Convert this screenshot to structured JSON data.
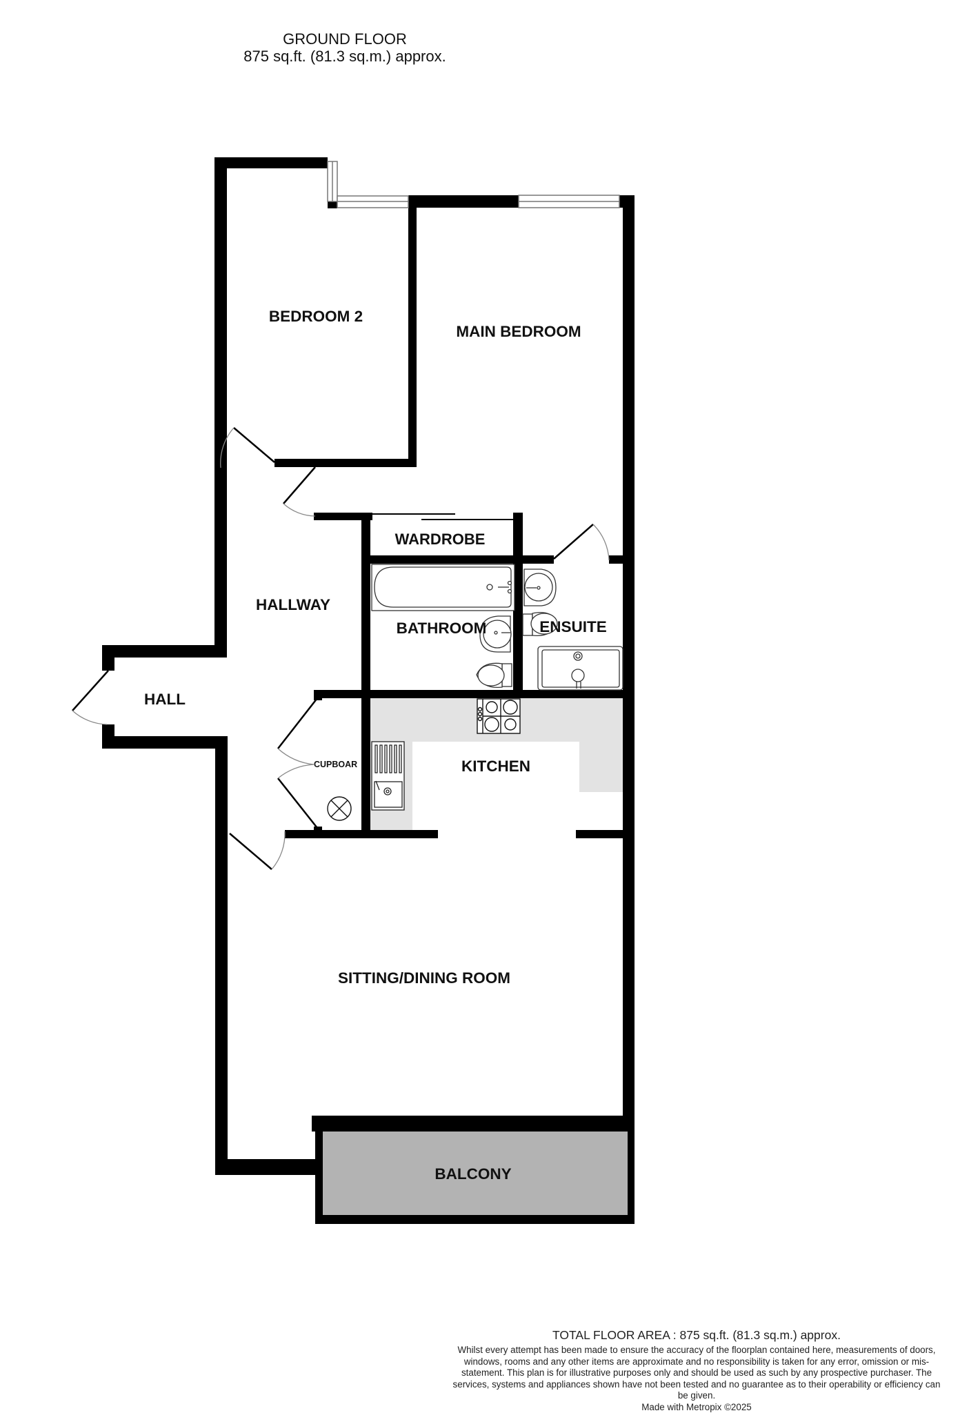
{
  "header": {
    "floor_name": "GROUND FLOOR",
    "floor_area": "875 sq.ft. (81.3 sq.m.) approx."
  },
  "rooms": {
    "bedroom2": "BEDROOM 2",
    "main_bedroom": "MAIN BEDROOM",
    "wardrobe": "WARDROBE",
    "hallway": "HALLWAY",
    "bathroom": "BATHROOM",
    "ensuite": "ENSUITE",
    "hall": "HALL",
    "cupboard": "CUPBOAR",
    "kitchen": "KITCHEN",
    "sitting_dining": "SITTING/DINING ROOM",
    "balcony": "BALCONY"
  },
  "fixtures": [
    "bath-icon",
    "basin-icon",
    "toilet-icon",
    "shower-tray-icon",
    "hob-icon",
    "sink-icon",
    "boiler-icon",
    "window-icon",
    "door-swing-icon"
  ],
  "colors": {
    "wall": "#000000",
    "worktop": "#e3e3e3",
    "balcony": "#b3b3b3",
    "fixture_line": "#333333",
    "door_arc": "#888888"
  },
  "footer": {
    "total_area": "TOTAL FLOOR AREA : 875 sq.ft. (81.3 sq.m.) approx.",
    "disclaimer": "Whilst every attempt has been made to ensure the accuracy of the floorplan contained here, measurements of doors, windows, rooms and any other items are approximate and no responsibility is taken for any error, omission or mis-statement. This plan is for illustrative purposes only and should be used as such by any prospective purchaser. The services, systems and appliances shown have not been tested and no guarantee as to their operability or efficiency can be given.",
    "credit": "Made with Metropix ©2025"
  }
}
